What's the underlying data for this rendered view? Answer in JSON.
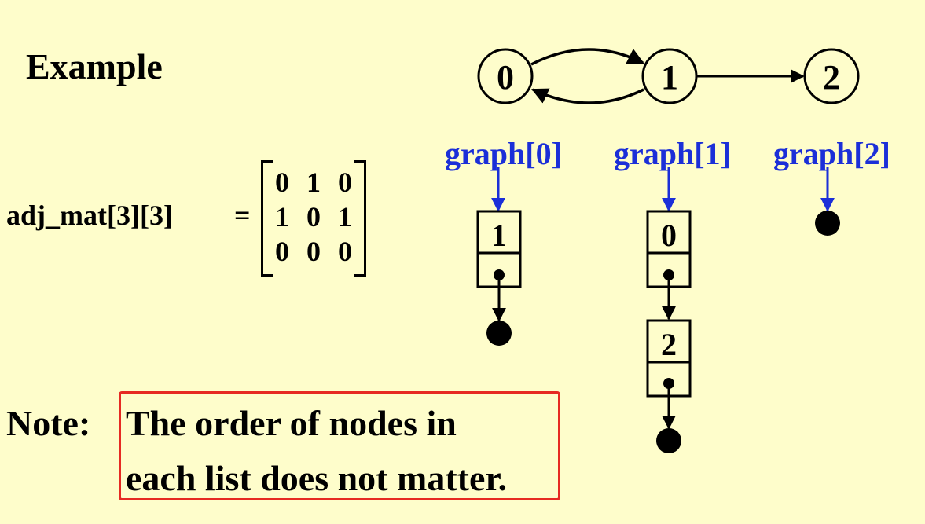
{
  "title": "Example",
  "matrix": {
    "label": "adj_mat[3][3]",
    "equals": "=",
    "rows": [
      [
        "0",
        "1",
        "0"
      ],
      [
        "1",
        "0",
        "1"
      ],
      [
        "0",
        "0",
        "0"
      ]
    ]
  },
  "graph": {
    "nodes": [
      "0",
      "1",
      "2"
    ],
    "edges": [
      {
        "from": "0",
        "to": "1"
      },
      {
        "from": "1",
        "to": "0"
      },
      {
        "from": "1",
        "to": "2"
      }
    ]
  },
  "lists": [
    {
      "head": "graph[0]",
      "nodes": [
        "1"
      ]
    },
    {
      "head": "graph[1]",
      "nodes": [
        "0",
        "2"
      ]
    },
    {
      "head": "graph[2]",
      "nodes": []
    }
  ],
  "note": {
    "label": "Note:",
    "line1": "The order of nodes in",
    "line2": "each list does not matter."
  },
  "colors": {
    "background": "#FEFDCB",
    "head_label": "#1B2FD8",
    "highlight": "#E62A22"
  }
}
